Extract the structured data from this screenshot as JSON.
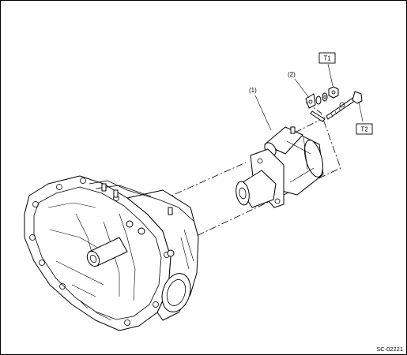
{
  "callouts": {
    "starter": "(1)",
    "bracket": "(2)"
  },
  "torque_labels": {
    "t1": "T1",
    "t2": "T2"
  },
  "figure_code": "SC-02221"
}
